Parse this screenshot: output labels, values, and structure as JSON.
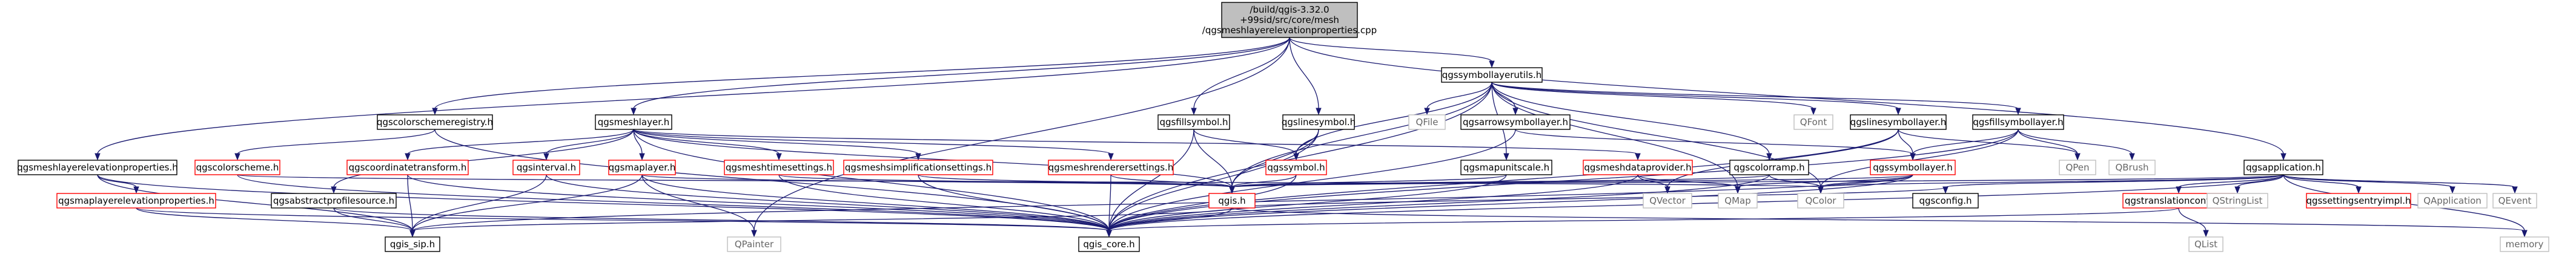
{
  "colors": {
    "edge": "#191970",
    "normal_fill": "#ffffff",
    "normal_border": "#ff0000",
    "documented_border": "#000000",
    "root_fill": "#bfbfbf",
    "plain_text": "#666666"
  },
  "nodes": [
    {
      "id": "root",
      "kind": "root",
      "lines": [
        "/build/qgis-3.32.0",
        "+99sid/src/core/mesh",
        "/qgsmeshlayerelevationproperties.cpp"
      ]
    },
    {
      "id": "qgssymbollayerutils",
      "kind": "doc",
      "lines": [
        "qgssymbollayerutils.h"
      ]
    },
    {
      "id": "qgscolorschemeregistry",
      "kind": "doc",
      "lines": [
        "qgscolorschemeregistry.h"
      ]
    },
    {
      "id": "qgsmeshlayer",
      "kind": "doc",
      "lines": [
        "qgsmeshlayer.h"
      ]
    },
    {
      "id": "qgsfillsymbol",
      "kind": "doc",
      "lines": [
        "qgsfillsymbol.h"
      ]
    },
    {
      "id": "qgslinesymbol",
      "kind": "doc",
      "lines": [
        "qgslinesymbol.h"
      ]
    },
    {
      "id": "qgsarrowsymbollayer",
      "kind": "doc",
      "lines": [
        "qgsarrowsymbollayer.h"
      ]
    },
    {
      "id": "qgslinesymbollayer",
      "kind": "doc",
      "lines": [
        "qgslinesymbollayer.h"
      ]
    },
    {
      "id": "qgsfillsymbollayer",
      "kind": "doc",
      "lines": [
        "qgsfillsymbollayer.h"
      ]
    },
    {
      "id": "qgsapplication",
      "kind": "doc",
      "lines": [
        "qgsapplication.h"
      ]
    },
    {
      "id": "qgsmeshlayerelevationproperties",
      "kind": "doc",
      "lines": [
        "qgsmeshlayerelevationproperties.h"
      ]
    },
    {
      "id": "qgscolorscheme",
      "kind": "red",
      "lines": [
        "qgscolorscheme.h"
      ]
    },
    {
      "id": "qgscoordinatetransform",
      "kind": "red",
      "lines": [
        "qgscoordinatetransform.h"
      ]
    },
    {
      "id": "qgsinterval",
      "kind": "red",
      "lines": [
        "qgsinterval.h"
      ]
    },
    {
      "id": "qgsmaplayer",
      "kind": "red",
      "lines": [
        "qgsmaplayer.h"
      ]
    },
    {
      "id": "qgsmeshtimesettings",
      "kind": "red",
      "lines": [
        "qgsmeshtimesettings.h"
      ]
    },
    {
      "id": "qgsmeshsimplificationsettings",
      "kind": "red",
      "lines": [
        "qgsmeshsimplificationsettings.h"
      ]
    },
    {
      "id": "qgsmeshrenderersettings",
      "kind": "red",
      "lines": [
        "qgsmeshrenderersettings.h"
      ]
    },
    {
      "id": "qgsmeshdataprovider",
      "kind": "red",
      "lines": [
        "qgsmeshdataprovider.h"
      ]
    },
    {
      "id": "qgsmapunitscale",
      "kind": "doc",
      "lines": [
        "qgsmapunitscale.h"
      ]
    },
    {
      "id": "qgscolorramp",
      "kind": "doc",
      "lines": [
        "qgscolorramp.h"
      ]
    },
    {
      "id": "qgssymbollayer",
      "kind": "red",
      "lines": [
        "qgssymbollayer.h"
      ]
    },
    {
      "id": "qgssymbol",
      "kind": "red",
      "lines": [
        "qgssymbol.h"
      ]
    },
    {
      "id": "qgsmaplayerelevationproperties",
      "kind": "red",
      "lines": [
        "qgsmaplayerelevationproperties.h"
      ]
    },
    {
      "id": "qgsabstractprofilesource",
      "kind": "doc",
      "lines": [
        "qgsabstractprofilesource.h"
      ]
    },
    {
      "id": "qgstranslationcontext",
      "kind": "red",
      "lines": [
        "qgstranslationcontext.h"
      ]
    },
    {
      "id": "qgssettingsentryimpl",
      "kind": "red",
      "lines": [
        "qgssettingsentryimpl.h"
      ]
    },
    {
      "id": "qgsh",
      "kind": "red",
      "lines": [
        "qgis.h"
      ]
    },
    {
      "id": "qgsconfig",
      "kind": "doc",
      "lines": [
        "qgsconfig.h"
      ]
    },
    {
      "id": "qgis_sip",
      "kind": "doc",
      "lines": [
        "qgis_sip.h"
      ]
    },
    {
      "id": "qgis_core",
      "kind": "doc",
      "lines": [
        "qgis_core.h"
      ]
    },
    {
      "id": "QFile",
      "kind": "plain",
      "lines": [
        "QFile"
      ]
    },
    {
      "id": "QFont",
      "kind": "plain",
      "lines": [
        "QFont"
      ]
    },
    {
      "id": "QPen",
      "kind": "plain",
      "lines": [
        "QPen"
      ]
    },
    {
      "id": "QBrush",
      "kind": "plain",
      "lines": [
        "QBrush"
      ]
    },
    {
      "id": "QPainter",
      "kind": "plain",
      "lines": [
        "QPainter"
      ]
    },
    {
      "id": "QVector",
      "kind": "plain",
      "lines": [
        "QVector"
      ]
    },
    {
      "id": "QMap",
      "kind": "plain",
      "lines": [
        "QMap"
      ]
    },
    {
      "id": "QColor",
      "kind": "plain",
      "lines": [
        "QColor"
      ]
    },
    {
      "id": "QStringList",
      "kind": "plain",
      "lines": [
        "QStringList"
      ]
    },
    {
      "id": "QApplication",
      "kind": "plain",
      "lines": [
        "QApplication"
      ]
    },
    {
      "id": "QEvent",
      "kind": "plain",
      "lines": [
        "QEvent"
      ]
    },
    {
      "id": "QList",
      "kind": "plain",
      "lines": [
        "QList"
      ]
    },
    {
      "id": "memory",
      "kind": "plain",
      "lines": [
        "memory"
      ]
    }
  ],
  "edges": [
    [
      "root",
      "qgssymbollayerutils"
    ],
    [
      "root",
      "qgscolorschemeregistry"
    ],
    [
      "root",
      "qgsmeshlayer"
    ],
    [
      "root",
      "qgsfillsymbol"
    ],
    [
      "root",
      "qgslinesymbol"
    ],
    [
      "root",
      "qgsapplication"
    ],
    [
      "root",
      "qgsmeshlayerelevationproperties"
    ],
    [
      "root",
      "QPainter"
    ],
    [
      "qgssymbollayerutils",
      "QFile"
    ],
    [
      "qgssymbollayerutils",
      "QFont"
    ],
    [
      "qgssymbollayerutils",
      "qgsarrowsymbollayer"
    ],
    [
      "qgssymbollayerutils",
      "qgslinesymbollayer"
    ],
    [
      "qgssymbollayerutils",
      "qgsfillsymbollayer"
    ],
    [
      "qgssymbollayerutils",
      "qgscolorramp"
    ],
    [
      "qgssymbollayerutils",
      "qgsmapunitscale"
    ],
    [
      "qgssymbollayerutils",
      "qgssymbol"
    ],
    [
      "qgssymbollayerutils",
      "qgsh"
    ],
    [
      "qgssymbollayerutils",
      "QMap"
    ],
    [
      "qgssymbollayerutils",
      "QColor"
    ],
    [
      "qgssymbollayerutils",
      "qgis_core"
    ],
    [
      "qgscolorschemeregistry",
      "qgscolorscheme"
    ],
    [
      "qgscolorschemeregistry",
      "qgis_core"
    ],
    [
      "qgsmeshlayer",
      "qgscoordinatetransform"
    ],
    [
      "qgsmeshlayer",
      "qgsinterval"
    ],
    [
      "qgsmeshlayer",
      "qgsmaplayer"
    ],
    [
      "qgsmeshlayer",
      "qgsmeshtimesettings"
    ],
    [
      "qgsmeshlayer",
      "qgsmeshsimplificationsettings"
    ],
    [
      "qgsmeshlayer",
      "qgsmeshrenderersettings"
    ],
    [
      "qgsmeshlayer",
      "qgsmeshdataprovider"
    ],
    [
      "qgsmeshlayer",
      "qgsabstractprofilesource"
    ],
    [
      "qgsmeshlayer",
      "qgis_core"
    ],
    [
      "qgsmeshlayer",
      "qgsh"
    ],
    [
      "qgsfillsymbol",
      "qgssymbol"
    ],
    [
      "qgsfillsymbol",
      "qgis_core"
    ],
    [
      "qgsfillsymbol",
      "qgsh"
    ],
    [
      "qgslinesymbol",
      "qgssymbol"
    ],
    [
      "qgslinesymbol",
      "qgis_core"
    ],
    [
      "qgslinesymbol",
      "qgsh"
    ],
    [
      "qgsarrowsymbollayer",
      "qgssymbollayer"
    ],
    [
      "qgsarrowsymbollayer",
      "qgis_core"
    ],
    [
      "qgslinesymbollayer",
      "qgssymbollayer"
    ],
    [
      "qgslinesymbollayer",
      "QPen"
    ],
    [
      "qgslinesymbollayer",
      "QVector"
    ],
    [
      "qgslinesymbollayer",
      "qgis_core"
    ],
    [
      "qgsfillsymbollayer",
      "qgssymbollayer"
    ],
    [
      "qgsfillsymbollayer",
      "QPen"
    ],
    [
      "qgsfillsymbollayer",
      "QBrush"
    ],
    [
      "qgsfillsymbollayer",
      "QColor"
    ],
    [
      "qgsfillsymbollayer",
      "qgis_core"
    ],
    [
      "qgsmeshlayerelevationproperties",
      "qgsmaplayerelevationproperties"
    ],
    [
      "qgsmeshlayerelevationproperties",
      "qgis_core"
    ],
    [
      "qgsmeshlayerelevationproperties",
      "qgis_sip"
    ],
    [
      "qgscolorscheme",
      "qgis_core"
    ],
    [
      "qgscolorscheme",
      "QColor"
    ],
    [
      "qgscoordinatetransform",
      "qgis_core"
    ],
    [
      "qgscoordinatetransform",
      "qgis_sip"
    ],
    [
      "qgsinterval",
      "qgis_core"
    ],
    [
      "qgsinterval",
      "qgis_sip"
    ],
    [
      "qgsmaplayer",
      "qgis_core"
    ],
    [
      "qgsmaplayer",
      "qgis_sip"
    ],
    [
      "qgsmaplayer",
      "QPainter"
    ],
    [
      "qgsmaplayer",
      "qgsh"
    ],
    [
      "qgsmeshtimesettings",
      "qgis_core"
    ],
    [
      "qgsmeshtimesettings",
      "qgsh"
    ],
    [
      "qgsmeshsimplificationsettings",
      "qgis_core"
    ],
    [
      "qgsmeshsimplificationsettings",
      "qgsh"
    ],
    [
      "qgsmeshrenderersettings",
      "qgis_core"
    ],
    [
      "qgsmeshrenderersettings",
      "qgsh"
    ],
    [
      "qgsmeshdataprovider",
      "qgis_core"
    ],
    [
      "qgsmeshdataprovider",
      "QVector"
    ],
    [
      "qgsmeshdataprovider",
      "QMap"
    ],
    [
      "qgsmapunitscale",
      "qgis_core"
    ],
    [
      "qgsmapunitscale",
      "qgsh"
    ],
    [
      "qgscolorramp",
      "qgis_core"
    ],
    [
      "qgscolorramp",
      "QColor"
    ],
    [
      "qgscolorramp",
      "qgsh"
    ],
    [
      "qgssymbollayer",
      "qgis_core"
    ],
    [
      "qgssymbollayer",
      "qgis_sip"
    ],
    [
      "qgssymbollayer",
      "QColor"
    ],
    [
      "qgssymbollayer",
      "QMap"
    ],
    [
      "qgssymbollayer",
      "qgsh"
    ],
    [
      "qgssymbol",
      "qgis_core"
    ],
    [
      "qgssymbol",
      "qgsh"
    ],
    [
      "qgsmaplayerelevationproperties",
      "qgis_core"
    ],
    [
      "qgsmaplayerelevationproperties",
      "qgis_sip"
    ],
    [
      "qgsabstractprofilesource",
      "qgis_core"
    ],
    [
      "qgsabstractprofilesource",
      "qgis_sip"
    ],
    [
      "qgsapplication",
      "QStringList"
    ],
    [
      "qgsapplication",
      "qgssettingsentryimpl"
    ],
    [
      "qgsapplication",
      "QApplication"
    ],
    [
      "qgsapplication",
      "QEvent"
    ],
    [
      "qgsapplication",
      "qgstranslationcontext"
    ],
    [
      "qgsapplication",
      "qgsconfig"
    ],
    [
      "qgsapplication",
      "qgis_core"
    ],
    [
      "qgsapplication",
      "QColor"
    ],
    [
      "qgsapplication",
      "memory"
    ],
    [
      "qgsapplication",
      "qgsh"
    ],
    [
      "qgstranslationcontext",
      "qgis_core"
    ],
    [
      "qgstranslationcontext",
      "QList"
    ],
    [
      "qgsh",
      "qgis_core"
    ],
    [
      "qgsh",
      "qgis_sip"
    ],
    [
      "qgsh",
      "qgsconfig"
    ],
    [
      "qgsh",
      "memory"
    ]
  ]
}
